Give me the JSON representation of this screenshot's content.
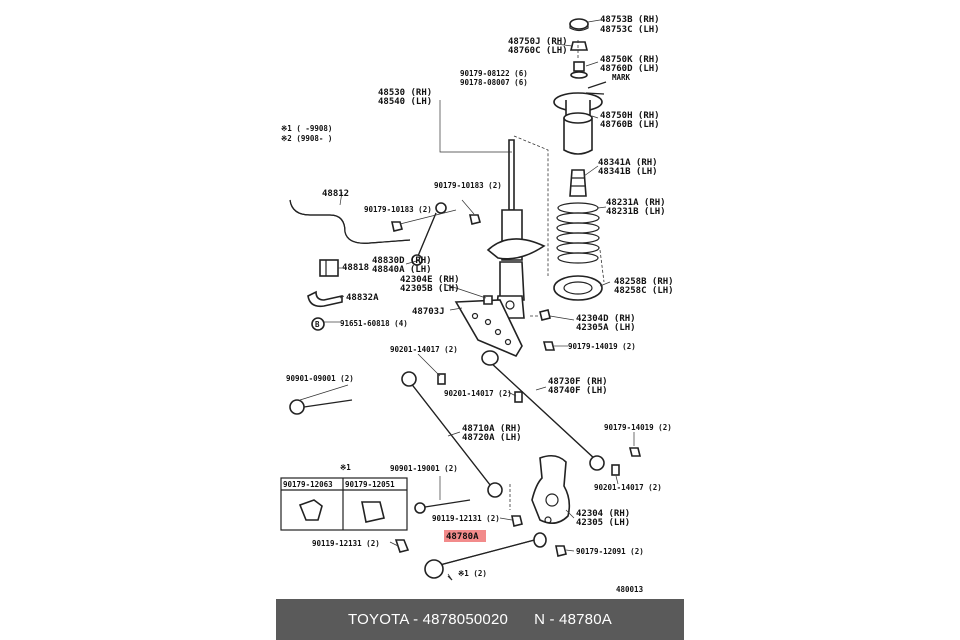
{
  "diagram": {
    "labels": {
      "l48753": "48753B (RH)",
      "l48753c": "48753C (LH)",
      "l48750j": "48750J (RH)",
      "l48760c": "48760C (LH)",
      "l90179_08122": "90179-08122 (6)",
      "l90178_08007": "90178-08007 (6)",
      "l48750k": "48750K (RH)",
      "l48760d": "48760D (LH)",
      "mark": "MARK",
      "l48530": "48530 (RH)",
      "l48540": "48540 (LH)",
      "l48750h": "48750H (RH)",
      "l48760b": "48760B (LH)",
      "note1": "※1 (     -9908)",
      "note2": "※2 (9908-      )",
      "l48341a": "48341A (RH)",
      "l48341b": "48341B (LH)",
      "l90179_10183a": "90179-10183 (2)",
      "l48812": "48812",
      "l90179_10183b": "90179-10183 (2)",
      "l48231a": "48231A (RH)",
      "l48231b": "48231B (LH)",
      "l48818": "48818",
      "l48830d": "48830D (RH)",
      "l48840a": "48840A (LH)",
      "l48258b": "48258B (RH)",
      "l48258c": "48258C (LH)",
      "l42304e": "42304E (RH)",
      "l42305b": "42305B (LH)",
      "l48832a": "48832A",
      "l48703j": "48703J",
      "l91651": "91651-60818 (4)",
      "l42304d": "42304D (RH)",
      "l42305a": "42305A (LH)",
      "l90201_a": "90201-14017 (2)",
      "l90179_14019a": "90179-14019 (2)",
      "l90901_09001": "90901-09001 (2)",
      "l48730f": "48730F (RH)",
      "l48740f": "48740F (LH)",
      "l90201_b": "90201-14017 (2)",
      "l48710a": "48710A (RH)",
      "l48720a": "48720A (LH)",
      "l90179_14019b": "90179-14019 (2)",
      "mark1": "※1",
      "l90901_19001": "90901-19001 (2)",
      "l90179_12063": "90179-12063",
      "l90179_12051": "90179-12051",
      "l90201_c": "90201-14017 (2)",
      "l90119_12131a": "90119-12131 (2)",
      "l42304": "42304 (RH)",
      "l42305": "42305 (LH)",
      "l90119_12131b": "90119-12131 (2)",
      "highlight": "48780A",
      "l90179_12091": "90179-12091 (2)",
      "note_bottom": "※1 (2)",
      "fig": "480013"
    }
  },
  "footer": {
    "brand": "TOYOTA - 4878050020",
    "part": "N - 48780A"
  },
  "colors": {
    "highlight": "#f28b8b",
    "footer_bg": "#5a5a5a"
  }
}
